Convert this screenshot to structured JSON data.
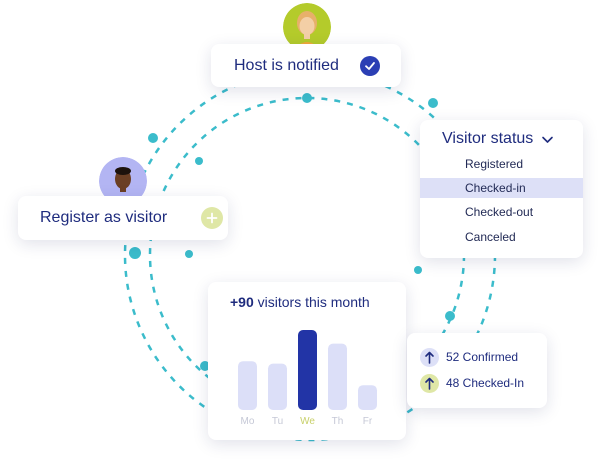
{
  "host_card": {
    "label": "Host is notified"
  },
  "register_card": {
    "label": "Register as visitor"
  },
  "visitor_status": {
    "header": "Visitor status",
    "options": [
      {
        "label": "Registered",
        "selected": false
      },
      {
        "label": "Checked-in",
        "selected": true
      },
      {
        "label": "Checked-out",
        "selected": false
      },
      {
        "label": "Canceled",
        "selected": false
      }
    ]
  },
  "chart_card": {
    "count": "+90",
    "suffix": "visitors this month"
  },
  "chart_data": {
    "type": "bar",
    "categories": [
      "Mo",
      "Tu",
      "We",
      "Th",
      "Fr"
    ],
    "values": [
      0.61,
      0.58,
      1.0,
      0.83,
      0.31
    ],
    "highlight_index": 2,
    "colors": {
      "bar": "#dcdff8",
      "highlight": "#2234a6",
      "tick": "#c5c8d6",
      "tick_highlight": "#c8d06a"
    }
  },
  "stats": [
    {
      "label": "52 Confirmed",
      "icon": "arrow-up-icon",
      "icon_bg": "#dde0f7",
      "arrow_color": "#1f2c7e"
    },
    {
      "label": "48 Checked-In",
      "icon": "arrow-up-icon",
      "icon_bg": "#dfe7a6",
      "arrow_color": "#1f2c7e"
    }
  ],
  "colors": {
    "accent": "#2b3fb4",
    "dots": "#3bbccb",
    "text": "#1f2c7e"
  }
}
